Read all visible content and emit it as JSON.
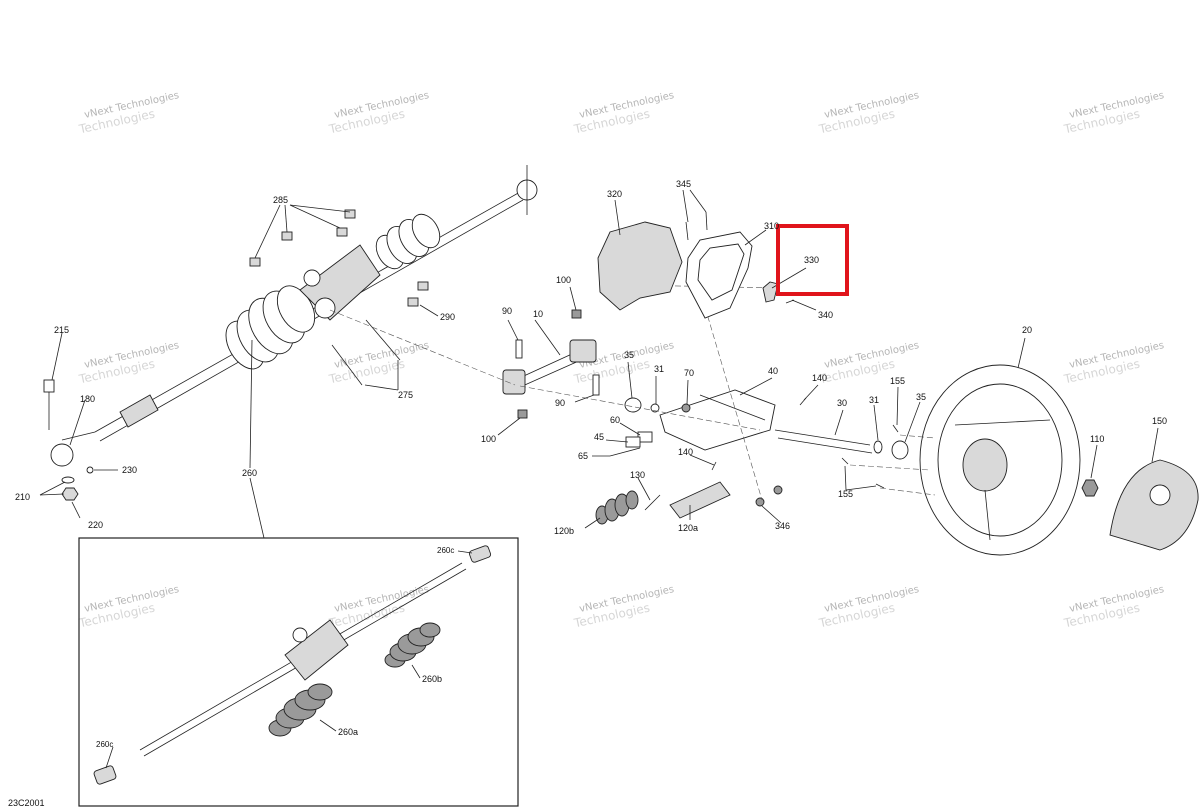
{
  "diagram": {
    "code": "23C2001",
    "watermark_line1": "vNext Technologies",
    "watermark_line2": "Technologies",
    "labels": {
      "l10": "10",
      "l20": "20",
      "l30": "30",
      "l31a": "31",
      "l31b": "31",
      "l35a": "35",
      "l35b": "35",
      "l40": "40",
      "l45": "45",
      "l60": "60",
      "l65": "65",
      "l70": "70",
      "l90a": "90",
      "l90b": "90",
      "l100a": "100",
      "l100b": "100",
      "l110": "110",
      "l120a": "120a",
      "l120b": "120b",
      "l130": "130",
      "l140a": "140",
      "l140b": "140",
      "l150": "150",
      "l155a": "155",
      "l155b": "155",
      "l180": "180",
      "l210": "210",
      "l215": "215",
      "l220": "220",
      "l230": "230",
      "l260": "260",
      "l260a": "260a",
      "l260b": "260b",
      "l260c1": "260c",
      "l260c2": "260c",
      "l275": "275",
      "l285": "285",
      "l290": "290",
      "l310": "310",
      "l320": "320",
      "l330": "330",
      "l340": "340",
      "l345": "345",
      "l346": "346"
    },
    "highlight": {
      "target_label": "330",
      "color": "#e0141b"
    }
  }
}
